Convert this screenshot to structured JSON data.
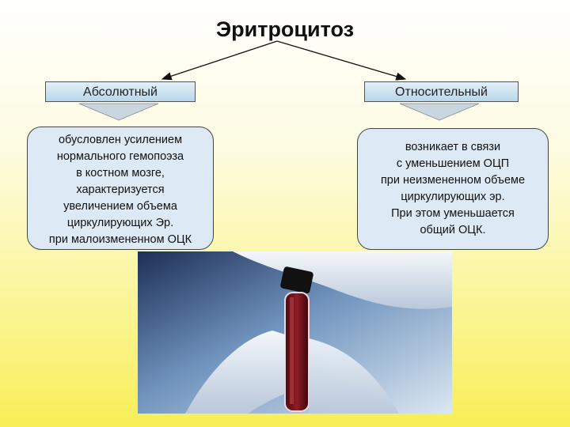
{
  "title": "Эритроцитоз",
  "left": {
    "label": "Абсолютный",
    "description": "обусловлен усилением\nнормального гемопоэза\nв костном мозге,\nхарактеризуется\nувеличением объема\nциркулирующих Эр.\nпри малоизмененном ОЦК"
  },
  "right": {
    "label": "Относительный",
    "description": "возникает в связи\nс уменьшением ОЦП\nпри неизмененном объеме\nциркулирующих эр.\nПри этом уменьшается\nобщий ОЦК."
  },
  "photo": {
    "icon": "blood-test-tube-photo"
  }
}
